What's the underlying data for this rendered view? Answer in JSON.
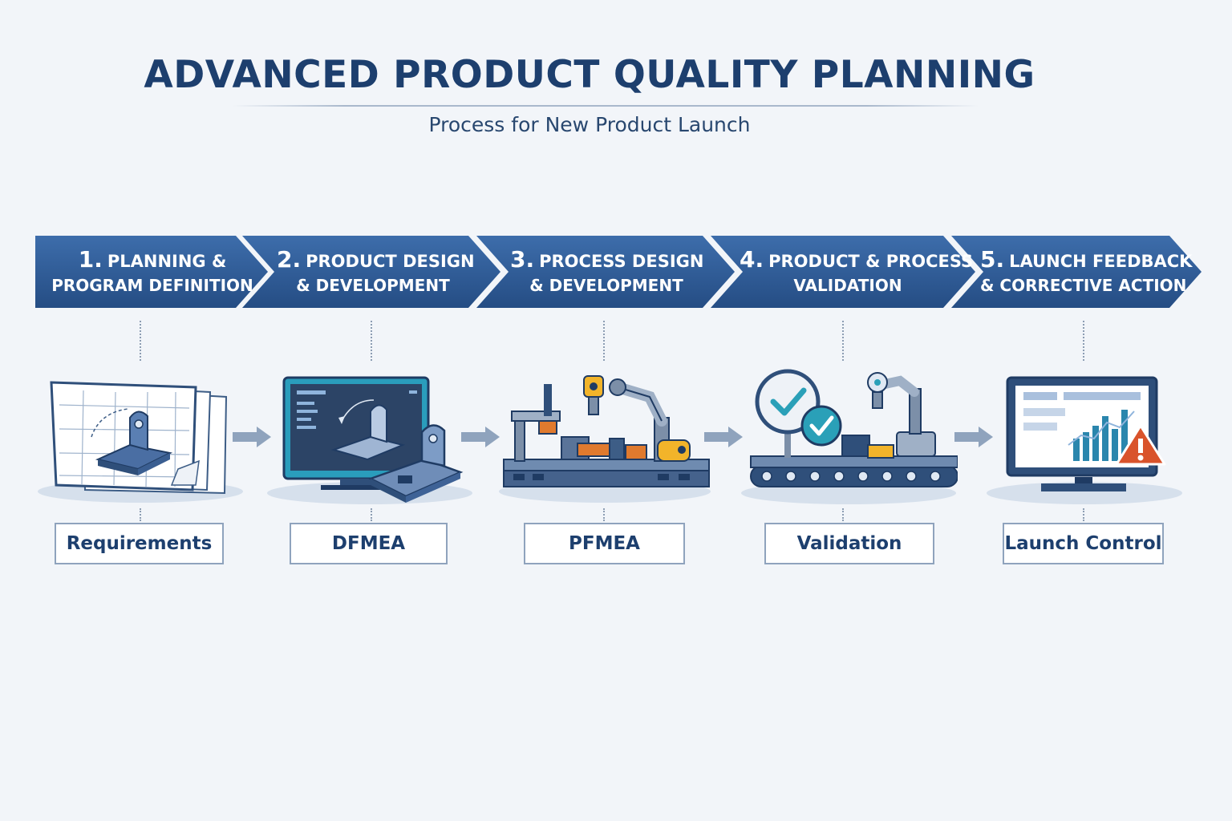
{
  "header": {
    "title": "ADVANCED PRODUCT QUALITY PLANNING",
    "subtitle": "Process for New Product Launch"
  },
  "steps": [
    {
      "number": "1.",
      "line1": "PLANNING &",
      "line2": "PROGRAM DEFINITION",
      "output": "Requirements",
      "icon": "requirements-drawing-icon"
    },
    {
      "number": "2.",
      "line1": "PRODUCT DESIGN",
      "line2": "& DEVELOPMENT",
      "output": "DFMEA",
      "icon": "cad-monitor-icon"
    },
    {
      "number": "3.",
      "line1": "PROCESS DESIGN",
      "line2": "& DEVELOPMENT",
      "output": "PFMEA",
      "icon": "robot-production-line-icon"
    },
    {
      "number": "4.",
      "line1": "PRODUCT & PROCESS",
      "line2": "VALIDATION",
      "output": "Validation",
      "icon": "validation-conveyor-icon"
    },
    {
      "number": "5.",
      "line1": "LAUNCH FEEDBACK",
      "line2": "& CORRECTIVE ACTION",
      "output": "Launch Control",
      "icon": "dashboard-warning-icon"
    }
  ],
  "colors": {
    "banner": "#2f5d98",
    "banner_dark": "#244a7d",
    "title": "#1d3f6e",
    "accent_teal": "#2aa0b8",
    "accent_orange": "#e07a2e",
    "accent_yellow": "#f2b42a",
    "warning_red": "#d9532b"
  }
}
